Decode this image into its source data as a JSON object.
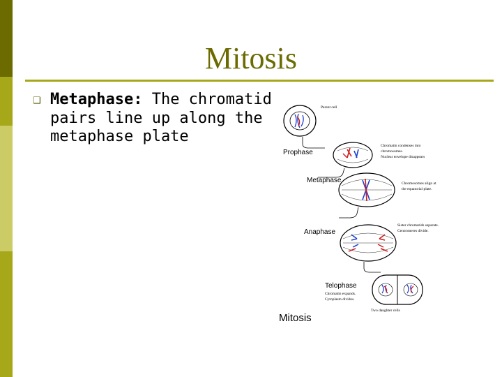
{
  "slide": {
    "title": "Mitosis",
    "bullet": {
      "icon": "square-bullet-icon",
      "term": "Metaphase:",
      "text": " The chromatid pairs line up along the metaphase plate"
    }
  },
  "figure": {
    "title": "Mitosis",
    "stages": [
      {
        "name": "",
        "caption": "Parent cell"
      },
      {
        "name": "Prophase",
        "caption": "Chromatin condenses into chromosomes. Nuclear envelope disappears"
      },
      {
        "name": "Metaphase",
        "caption": "Chromosomes align at the equatorial plate."
      },
      {
        "name": "Anaphase",
        "caption": "Sister chromatids separate. Centromeres divide."
      },
      {
        "name": "Telophase",
        "caption": "Chromatin expands. Cytoplasm divides."
      },
      {
        "name": "",
        "caption": "Two daughter cells"
      }
    ]
  },
  "colors": {
    "sidebar_dark": "#6b6b00",
    "sidebar_mid": "#a6a81a",
    "sidebar_light": "#cccc66",
    "title_color": "#6b6b00",
    "rule_color": "#a6a81a"
  }
}
